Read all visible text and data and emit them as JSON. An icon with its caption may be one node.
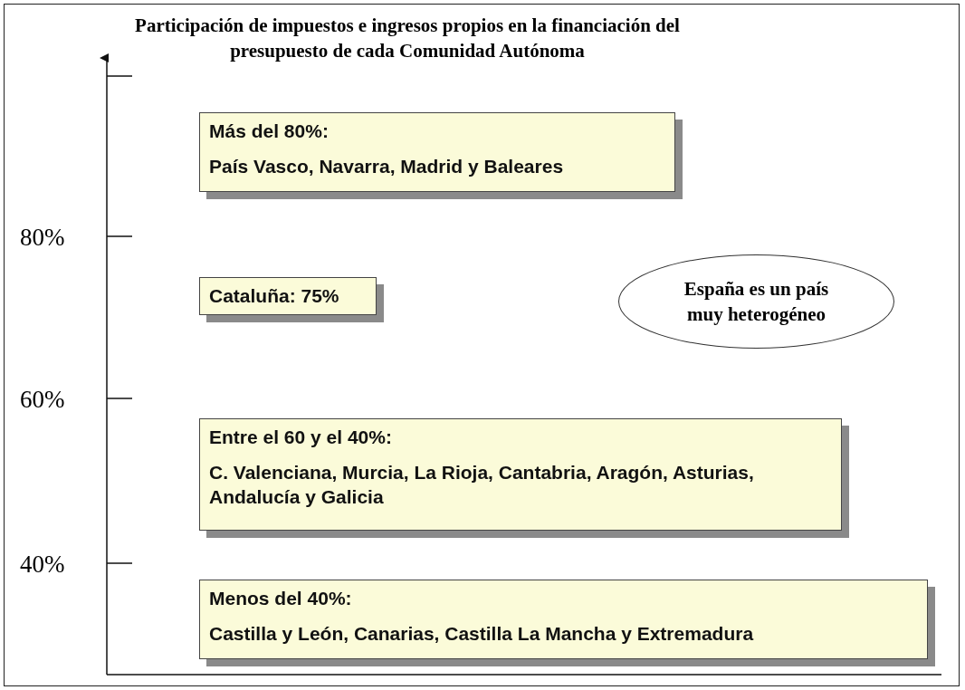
{
  "diagram": {
    "title": "Participación de impuestos e ingresos propios en la financiación del presupuesto de cada Comunidad Autónoma",
    "nodes": [
      {
        "text": [
          "Más del 80%:",
          "País Vasco, Navarra, Madrid y Baleares"
        ]
      },
      {
        "text": [
          "Cataluña: 75%"
        ]
      },
      {
        "text": [
          "España es un país muy heterogéneo"
        ]
      },
      {
        "text": [
          "Entre el 60 y el 40%:",
          "C. Valenciana, Murcia, La Rioja, Cantabria, Aragón, Asturias, Andalucía y Galicia"
        ]
      },
      {
        "text": [
          "Menos del 40%:",
          "Castilla y León, Canarias, Castilla La Mancha y Extremadura"
        ]
      }
    ],
    "edges": [],
    "labels": [
      "80%",
      "60%",
      "40%"
    ]
  }
}
